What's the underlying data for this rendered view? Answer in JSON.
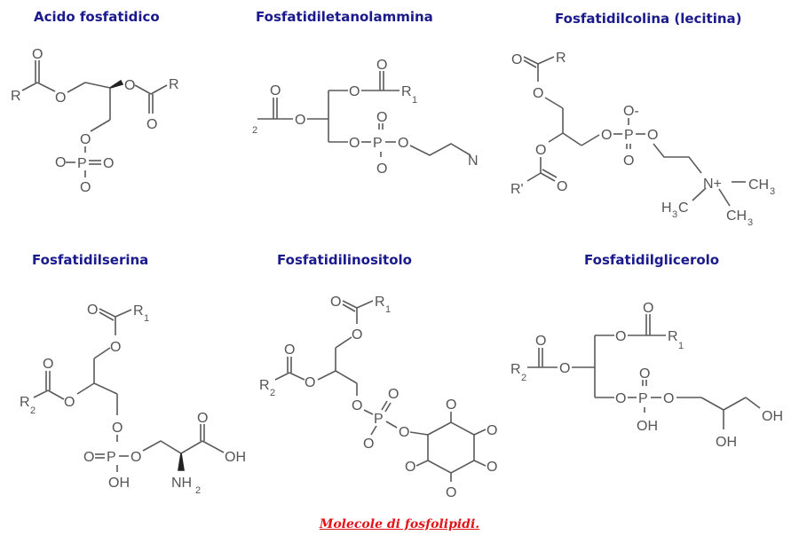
{
  "diagram": {
    "molecules": [
      {
        "name": "Acido fosfatidico",
        "labels": {
          "r_left": "R",
          "r_right": "R",
          "o": "O",
          "p": "P"
        }
      },
      {
        "name": "Fosfatidiletanolammina",
        "labels": {
          "r1": "R",
          "r1_sub": "1",
          "r2_partial": "2",
          "n": "N",
          "o": "O",
          "p": "P"
        }
      },
      {
        "name": "Fosfatidilcolina (lecitina)",
        "labels": {
          "r": "R",
          "r_prime": "R'",
          "n_plus": "N+",
          "ch3_right": "CH",
          "ch3_sub": "3",
          "h3c": "H",
          "h3c_sub": "3",
          "h3c_c": "C",
          "ch3_bottom": "CH",
          "o_minus": "O-",
          "o": "O",
          "p": "P"
        }
      },
      {
        "name": "Fosfatidilserina",
        "labels": {
          "r1": "R",
          "r1_sub": "1",
          "r2": "R",
          "r2_sub": "2",
          "oh_p": "OH",
          "oh_acid": "OH",
          "nh2": "NH",
          "nh2_sub": "2",
          "o": "O",
          "p": "P"
        }
      },
      {
        "name": "Fosfatidilinositolo",
        "labels": {
          "r1": "R",
          "r1_sub": "1",
          "r2": "R",
          "r2_sub": "2",
          "o": "O",
          "p": "P"
        }
      },
      {
        "name": "Fosfatidilglicerolo",
        "labels": {
          "r1": "R",
          "r1_sub": "1",
          "r2": "R",
          "r2_sub": "2",
          "oh_p": "OH",
          "oh_1": "OH",
          "oh_2": "OH",
          "o": "O",
          "p": "P"
        }
      }
    ],
    "caption": "Molecole di fosfolipidi.",
    "colors": {
      "title": "#1a1a8c",
      "caption": "#e0161b",
      "structure": "#5a5a5a"
    }
  }
}
